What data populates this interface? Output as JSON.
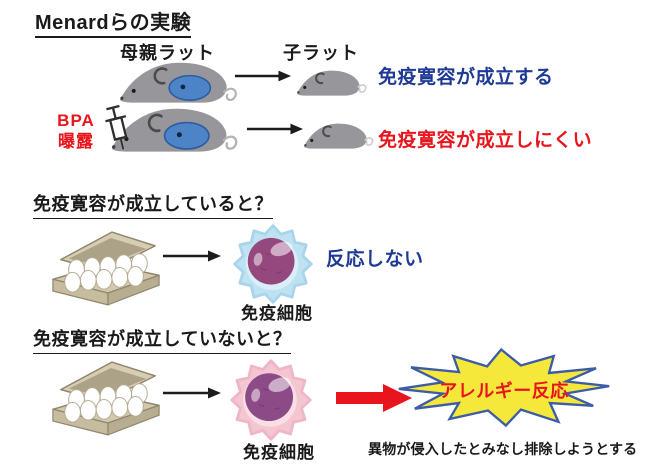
{
  "title": "Menardらの実験",
  "colors": {
    "blue_text": "#1e3a96",
    "red_text": "#e8151c",
    "rat_gray": "#97979b",
    "belly_blue": "#4d84c8",
    "cell_blue": "#bfe2f3",
    "cell_pink": "#f4c6d1",
    "nucleus_purple": "#94487e",
    "burst_yellow": "#f6e83b",
    "burst_outline": "#3c5ca6"
  },
  "experiment_rows": {
    "mother_label": "母親ラット",
    "pup_label": "子ラット",
    "control_result": "免疫寛容が成立する",
    "bpa_label_line1": "BPA",
    "bpa_label_line2": "曝露",
    "bpa_result": "免疫寛容が成立しにくい"
  },
  "tolerance_section": {
    "heading": "免疫寛容が成立していると？",
    "immune_cell_label": "免疫細胞",
    "result": "反応しない"
  },
  "no_tolerance_section": {
    "heading": "免疫寛容が成立していないと？",
    "immune_cell_label": "免疫細胞",
    "burst_label": "アレルギー反応",
    "caption": "異物が侵入したとみなし排除しようとする"
  },
  "icons": {
    "mother_rat": "mother-rat-illustration",
    "pup_rat": "pup-rat-illustration",
    "syringe": "syringe-icon",
    "egg_carton": "egg-carton-illustration",
    "immune_cell": "immune-cell-illustration",
    "black_arrow": "right-arrow-icon",
    "red_arrow": "red-block-arrow-icon",
    "starburst": "starburst-shape"
  }
}
